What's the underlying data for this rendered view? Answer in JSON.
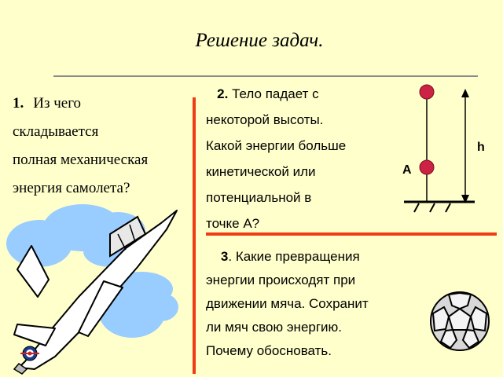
{
  "title": "Решение задач.",
  "question1": {
    "number": "1.",
    "lines": [
      "Из чего",
      "складывается",
      "полная механическая",
      "энергия самолета?"
    ]
  },
  "question2": {
    "number": "2.",
    "lines": [
      "Тело падает с",
      "некоторой высоты.",
      "Какой энергии больше",
      "кинетической или",
      "потенциальной в",
      "точке А?"
    ]
  },
  "question3": {
    "number": "3",
    "lines": [
      ". Какие превращения",
      "энергии происходят при",
      " движении мяча. Сохранит",
      "ли мяч свою энергию.",
      "Почему обосновать."
    ]
  },
  "diagram": {
    "height_label": "h",
    "point_label": "А",
    "ball_color": "#cc2244"
  },
  "colors": {
    "background": "#ffffcc",
    "accent": "#ee3c14",
    "cloud": "#99ccff"
  },
  "icons": [
    "airplane-icon",
    "soccer-ball-icon"
  ]
}
